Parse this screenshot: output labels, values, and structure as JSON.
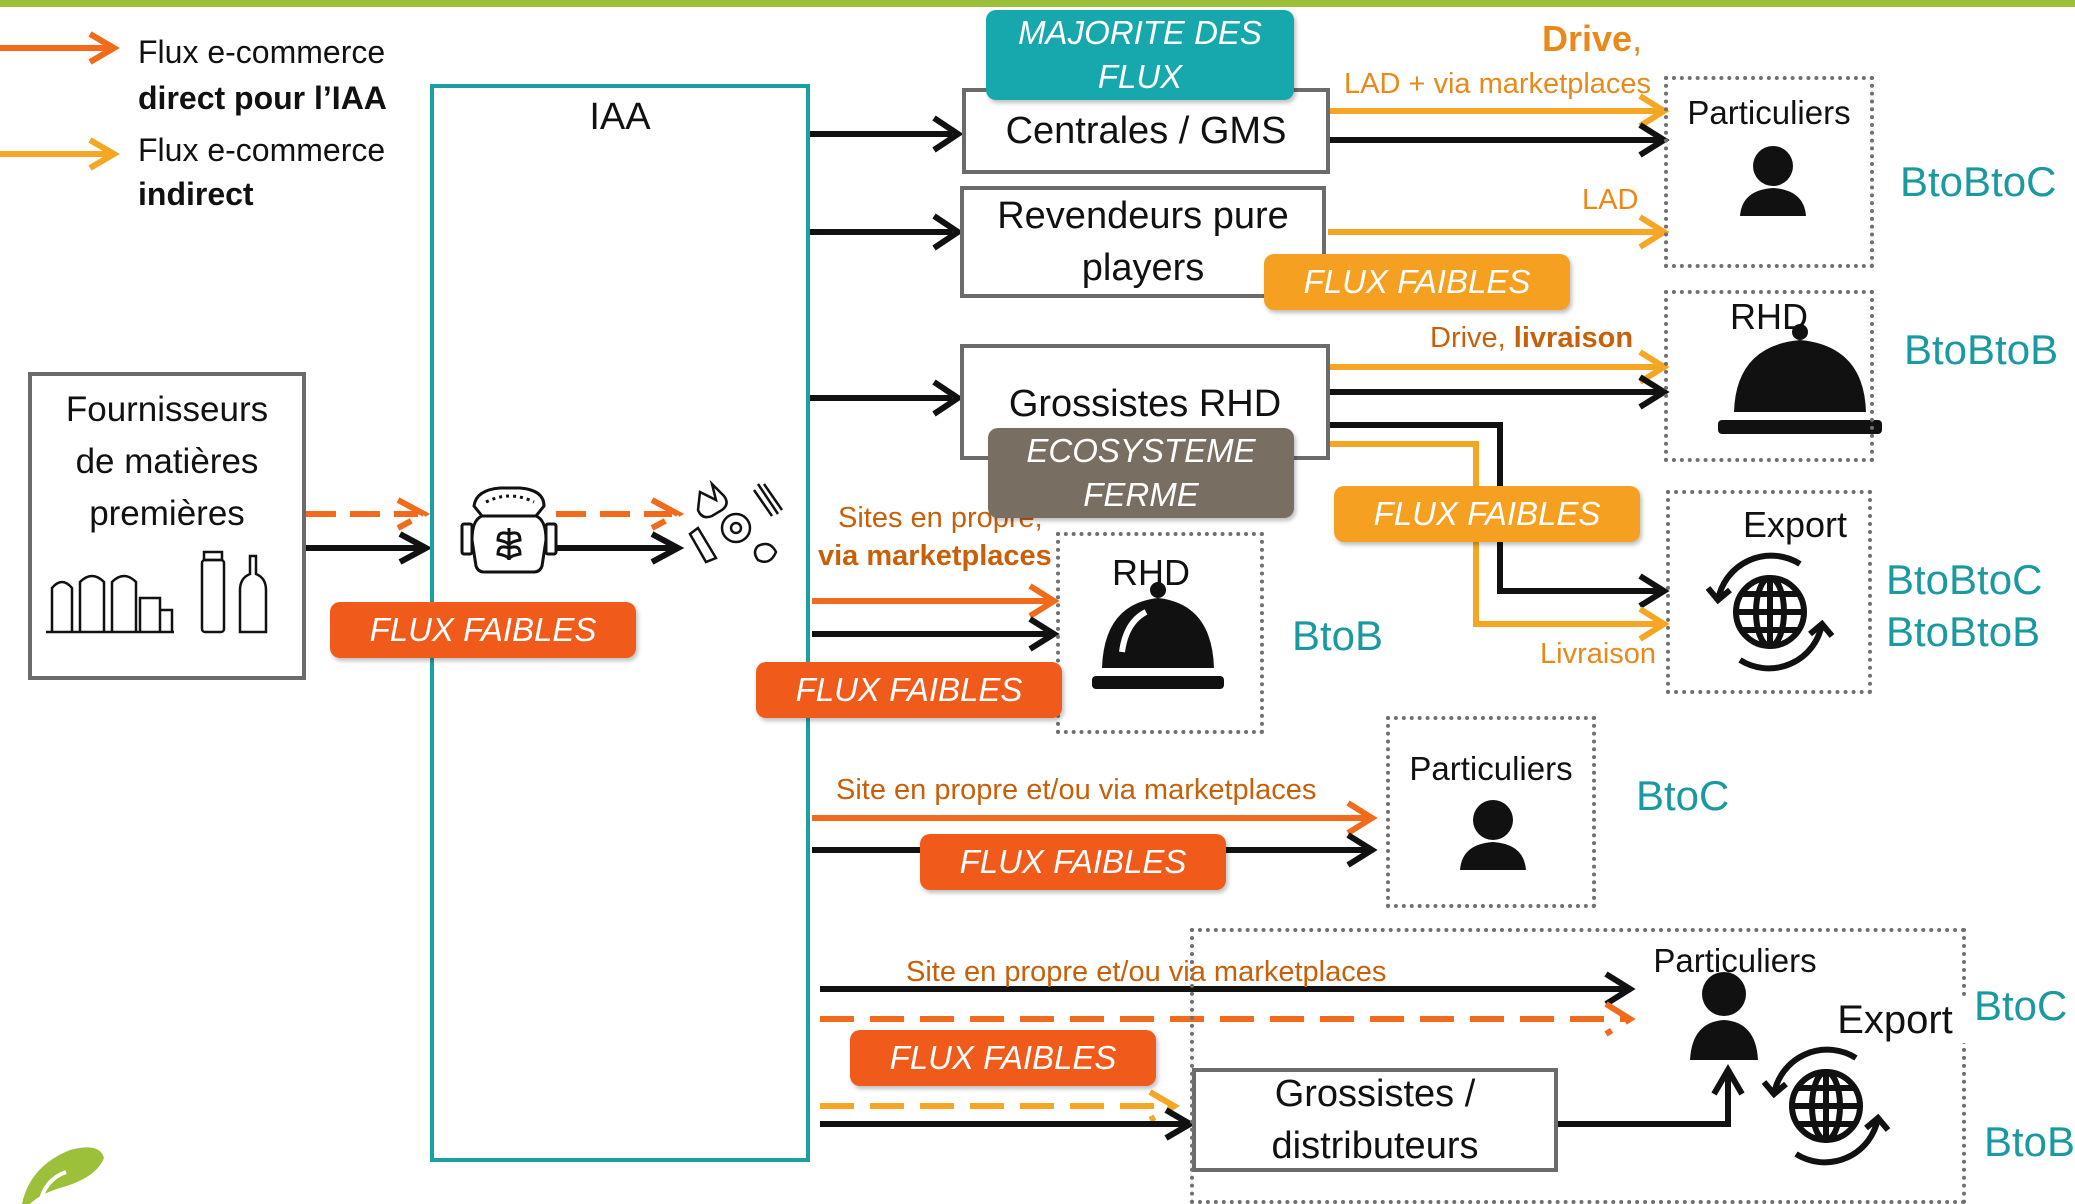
{
  "legend": {
    "direct_line1": "Flux e-commerce",
    "direct_line2": "direct pour l’IAA",
    "indirect_line1": "Flux e-commerce",
    "indirect_line2": "indirect"
  },
  "nodes": {
    "iaa": "IAA",
    "fournisseurs": "Fournisseurs de matières premières",
    "centrales": "Centrales / GMS",
    "revendeurs": "Revendeurs pure players",
    "grossistes_rhd": "Grossistes RHD",
    "grossistes_dist": "Grossistes / distributeurs"
  },
  "pills": {
    "majorite": "MAJORITE DES FLUX",
    "ecosysteme": "ECOSYSTEME FERME",
    "flux_faibles": "FLUX FAIBLES"
  },
  "labels": {
    "drive": "Drive",
    "drive_comma": ",",
    "lad_marketplaces": "LAD + via marketplaces",
    "lad": "LAD",
    "drive_livraison_a": "Drive, ",
    "drive_livraison_b": "livraison",
    "livraison": "Livraison",
    "sites_propre": "Sites en propre,",
    "via_marketplaces": "via marketplaces",
    "site_propre_marketplaces": "Site en propre et/ou via marketplaces"
  },
  "destinations": {
    "particuliers": "Particuliers",
    "rhd": "RHD",
    "export": "Export"
  },
  "channels": {
    "btobtoc": "BtoBtoC",
    "btobtob": "BtoBtoB",
    "btob": "BtoB",
    "btoc": "BtoC"
  },
  "colors": {
    "direct": "#f26a1b",
    "indirect": "#f5a623",
    "teal": "#1a9aa0",
    "topline": "#9cc03a"
  }
}
